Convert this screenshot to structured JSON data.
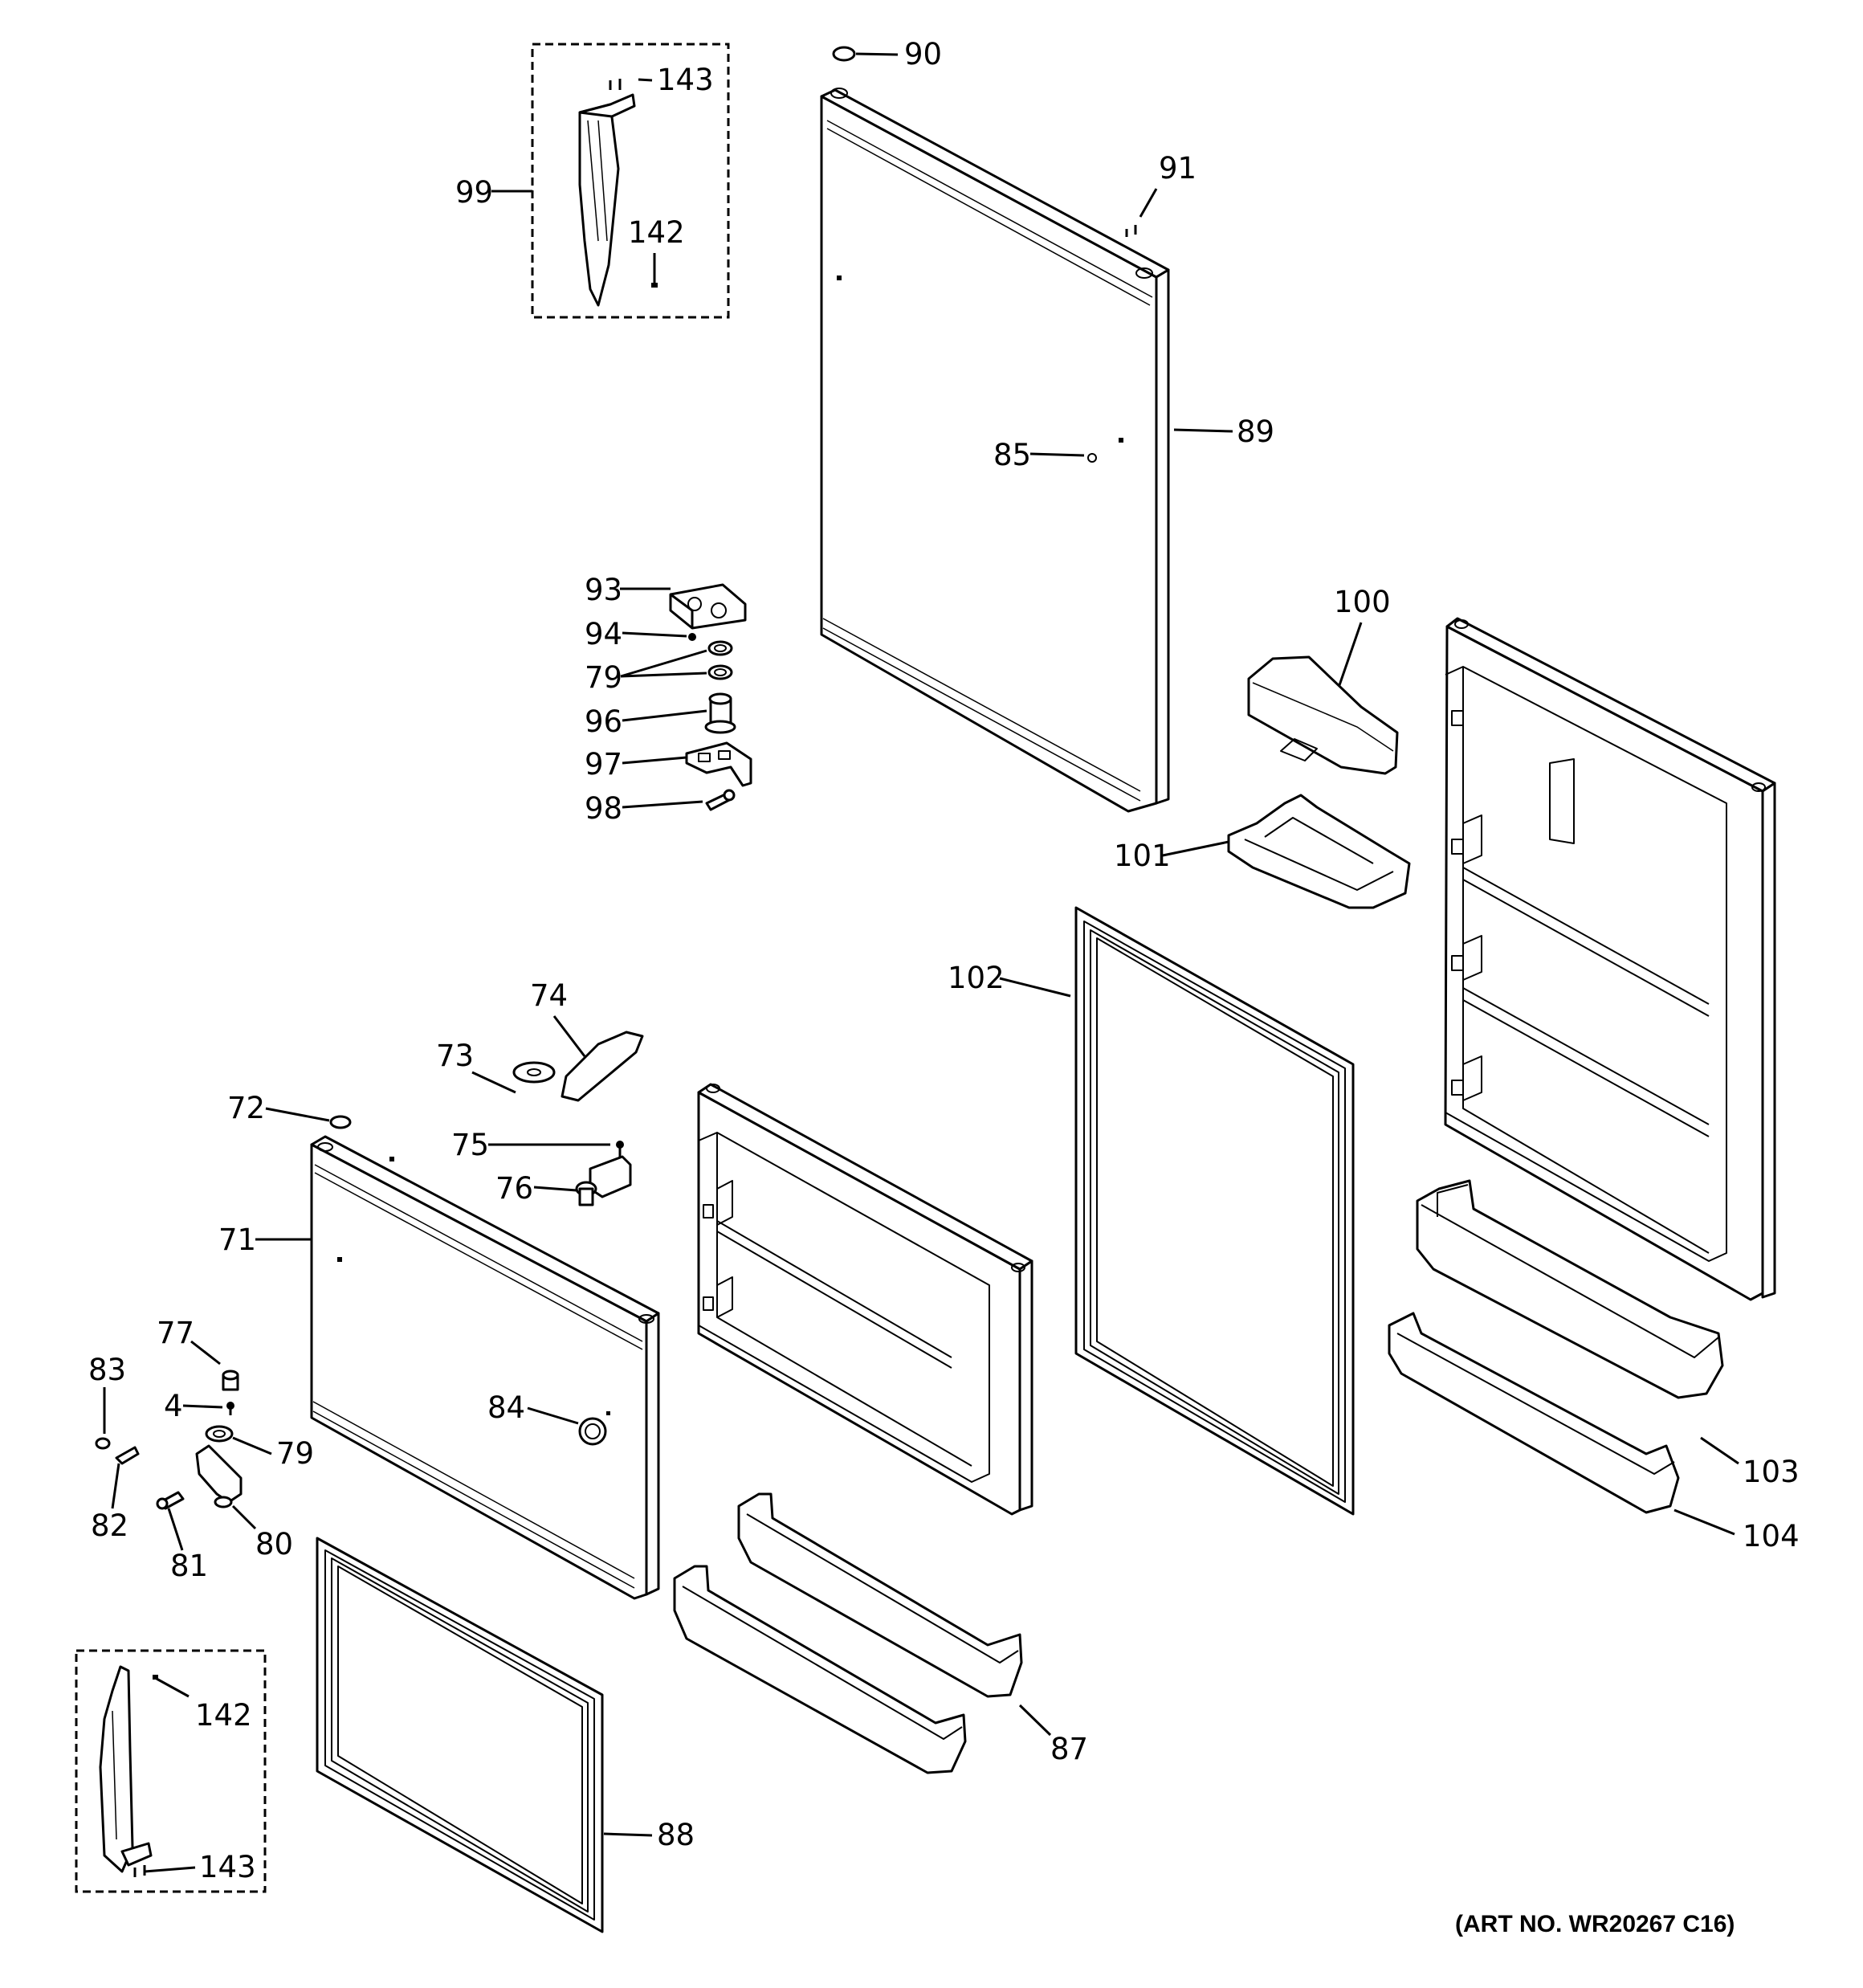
{
  "diagram": {
    "art_number": "(ART NO. WR20267 C16)",
    "callouts": {
      "c90": "90",
      "c143a": "143",
      "c99": "99",
      "c91": "91",
      "c142a": "142",
      "c89": "89",
      "c85": "85",
      "c93": "93",
      "c94": "94",
      "c79a": "79",
      "c96": "96",
      "c97": "97",
      "c98": "98",
      "c100": "100",
      "c101": "101",
      "c102": "102",
      "c74": "74",
      "c73": "73",
      "c72": "72",
      "c75": "75",
      "c76": "76",
      "c71": "71",
      "c77": "77",
      "c83": "83",
      "c4": "4",
      "c84": "84",
      "c79b": "79",
      "c82": "82",
      "c80": "80",
      "c81": "81",
      "c103": "103",
      "c104": "104",
      "c142b": "142",
      "c87": "87",
      "c88": "88",
      "c143b": "143"
    }
  }
}
